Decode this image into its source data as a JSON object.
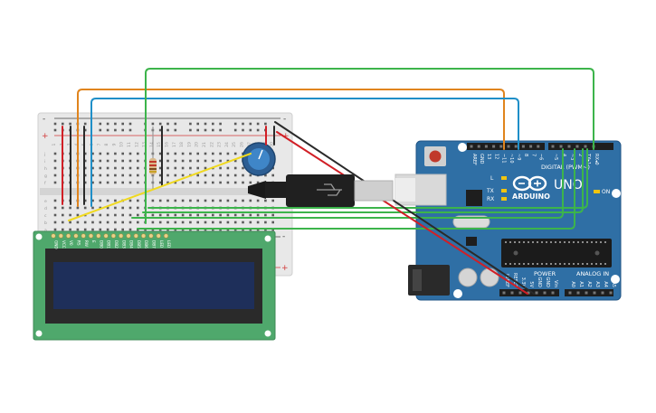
{
  "colors": {
    "wire_orange": "#e0841d",
    "wire_blue": "#1f8fc8",
    "wire_green": "#3cb44b",
    "wire_red": "#d11f26",
    "wire_black": "#2a2a2a",
    "wire_yellow": "#f0d91f",
    "arduino_board": "#2f6fa5",
    "lcd_pcb": "#4fa86c",
    "lcd_screen": "#1e2f5a",
    "breadboard": "#e8e8e8"
  },
  "breadboard": {
    "rail_plus": "+",
    "rail_minus": "-",
    "row_letters_top": [
      "a",
      "b",
      "c",
      "d",
      "e"
    ],
    "row_letters_bottom": [
      "f",
      "g",
      "h",
      "i",
      "j"
    ],
    "column_numbers": [
      "1",
      "2",
      "3",
      "4",
      "5",
      "6",
      "7",
      "8",
      "9",
      "10",
      "11",
      "12",
      "13",
      "14",
      "15",
      "16",
      "17",
      "18",
      "19",
      "20",
      "21",
      "22",
      "23",
      "24",
      "25",
      "26",
      "27",
      "28",
      "29",
      "30"
    ]
  },
  "arduino": {
    "brand": "ARDUINO",
    "model": "UNO",
    "digital_label": "DIGITAL (PWM~)",
    "power_label": "POWER",
    "analog_label": "ANALOG IN",
    "on_label": "ON",
    "led_l": "L",
    "led_tx": "TX",
    "led_rx": "RX",
    "digital_pins": [
      "AREF",
      "GND",
      "13",
      "12",
      "~11",
      "~10",
      "~9",
      "8",
      "7",
      "~6",
      "~5",
      "4",
      "~3",
      "2",
      "TX▸1",
      "RX◂0"
    ],
    "power_pins": [
      "IOREF",
      "RESET",
      "3.3V",
      "5V",
      "GND",
      "GND",
      "Vin"
    ],
    "analog_pins": [
      "A0",
      "A1",
      "A2",
      "A3",
      "A4",
      "A5"
    ]
  },
  "lcd": {
    "pins": [
      "GND",
      "VCC",
      "V0",
      "RS",
      "RW",
      "E",
      "DB0",
      "DB1",
      "DB2",
      "DB3",
      "DB4",
      "DB5",
      "DB6",
      "DB7",
      "LED",
      "LED"
    ]
  }
}
